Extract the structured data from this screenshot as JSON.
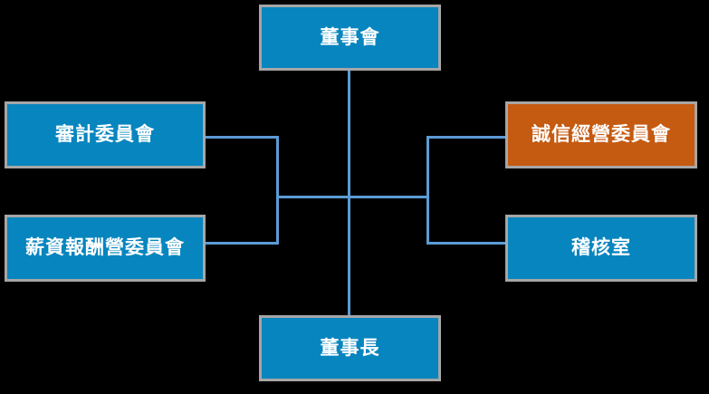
{
  "diagram": {
    "type": "organizational-chart",
    "title": "",
    "background_color": "#000000",
    "palette": {
      "box_blue": "#0785BE",
      "box_orange": "#C55A11",
      "box_border": "#A6A6A6",
      "connector_blue": "#5B9BD5",
      "text": "#FFFFFF"
    },
    "nodes": [
      {
        "id": "board",
        "label": "董事會",
        "color": "#0785BE",
        "position": "top-center"
      },
      {
        "id": "audit-committee",
        "label": "審計委員會",
        "color": "#0785BE",
        "position": "left-upper"
      },
      {
        "id": "compensation-committee",
        "label": "薪資報酬營委員會",
        "color": "#0785BE",
        "position": "left-lower"
      },
      {
        "id": "integrity-committee",
        "label": "誠信經營委員會",
        "color": "#C55A11",
        "position": "right-upper"
      },
      {
        "id": "audit-office",
        "label": "稽核室",
        "color": "#0785BE",
        "position": "right-lower"
      },
      {
        "id": "chairman",
        "label": "董事長",
        "color": "#0785BE",
        "position": "bottom-center"
      }
    ],
    "edges": [
      {
        "from": "board",
        "to": "chairman",
        "style": "straight-vertical"
      },
      {
        "from": "board",
        "to": "audit-committee",
        "style": "elbow-left"
      },
      {
        "from": "board",
        "to": "compensation-committee",
        "style": "elbow-left"
      },
      {
        "from": "board",
        "to": "integrity-committee",
        "style": "elbow-right"
      },
      {
        "from": "board",
        "to": "audit-office",
        "style": "elbow-right"
      }
    ]
  }
}
